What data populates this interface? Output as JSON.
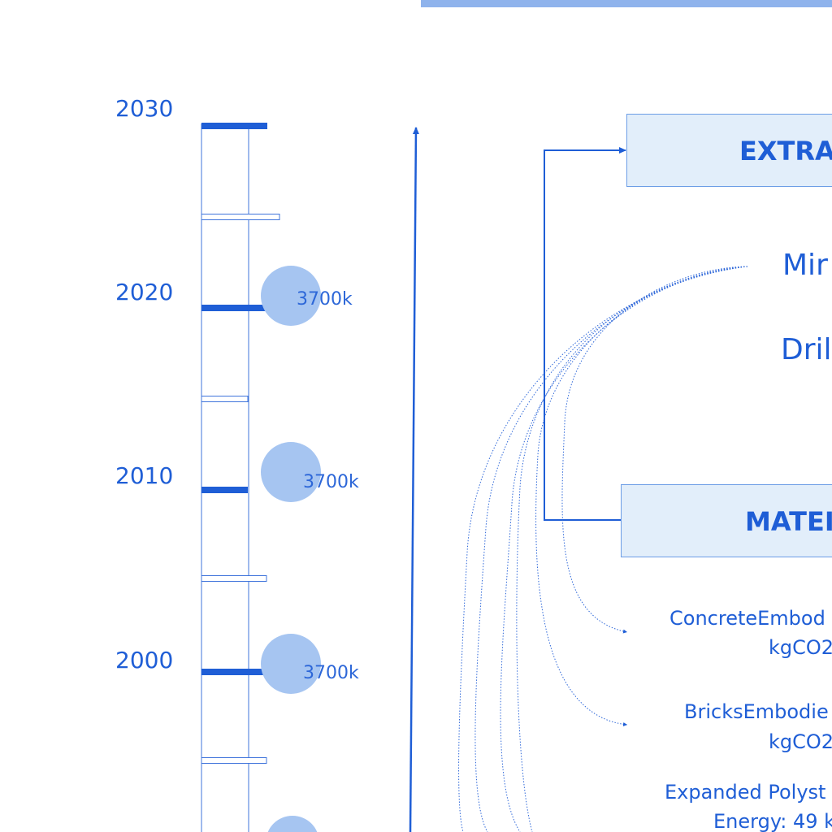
{
  "timeline": {
    "years": [
      "2030",
      "2020",
      "2010",
      "2000"
    ],
    "bubbles": [
      {
        "year": 2020,
        "label": "3700k"
      },
      {
        "year": 2010,
        "label": "3700k"
      },
      {
        "year": 2000,
        "label": "3700k"
      },
      {
        "year": 1990,
        "label": ""
      }
    ]
  },
  "stages": {
    "extraction": {
      "title": "EXTRA"
    },
    "materials": {
      "title": "MATEI"
    }
  },
  "extraction_items": [
    "Mir",
    "Dril"
  ],
  "material_items": [
    {
      "line1": "ConcreteEmbod",
      "line2": "kgCO2"
    },
    {
      "line1": "BricksEmbodie",
      "line2": "kgCO2"
    },
    {
      "line1": "Expanded Polyst",
      "line2": "Energy: 49 k"
    }
  ],
  "colors": {
    "primary": "#1f5ed6",
    "bubble": "#a6c5f1",
    "box_fill": "#e2eefa",
    "box_border": "#6c9de6",
    "top_bar": "#8fb3ec"
  }
}
